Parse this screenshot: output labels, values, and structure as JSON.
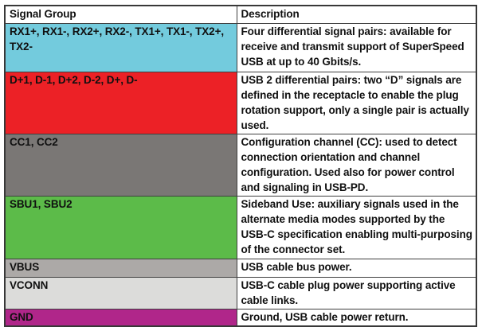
{
  "table": {
    "headers": [
      "Signal Group",
      "Description"
    ],
    "rows": [
      {
        "signal": "RX1+, RX1-, RX2+, RX2-, TX1+, TX1-, TX2+, TX2-",
        "description": "Four differential signal pairs: available for receive and transmit support of SuperSpeed USB at up to 40 Gbits/s.",
        "color": "#73cbdd"
      },
      {
        "signal": "D+1, D-1, D+2, D-2, D+, D-",
        "description": "USB 2 differential pairs: two “D” signals are defined in the receptacle to enable the plug rotation support, only a single pair is actually used.",
        "color": "#ec2126"
      },
      {
        "signal": "CC1, CC2",
        "description": "Configuration channel (CC): used to detect connection orientation and channel configuration. Used also for power control and signaling in USB-PD.",
        "color": "#7a7775"
      },
      {
        "signal": "SBU1, SBU2",
        "description": "Sideband Use: auxiliary signals used in the alternate media modes supported by the USB-C specification enabling multi-purposing of the connector set.",
        "color": "#5cbb49"
      },
      {
        "signal": "VBUS",
        "description": "USB cable bus power.",
        "color": "#aca9a7"
      },
      {
        "signal": "VCONN",
        "description": "USB-C cable plug power supporting active cable links.",
        "color": "#dcdcda"
      },
      {
        "signal": "GND",
        "description": "Ground, USB cable power return.",
        "color": "#b0268a"
      }
    ]
  }
}
